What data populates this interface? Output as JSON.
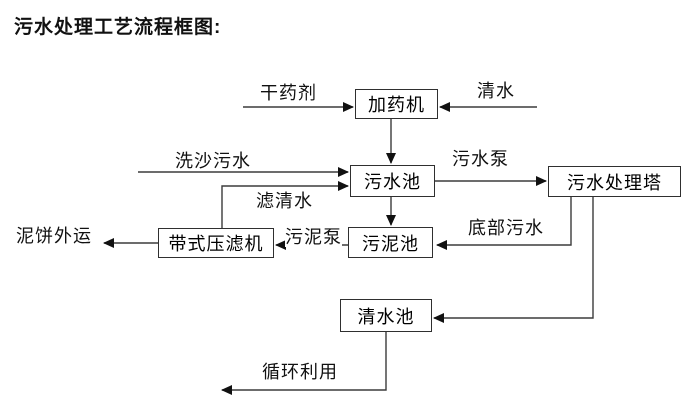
{
  "title": "污水处理工艺流程框图:",
  "colors": {
    "background": "#ffffff",
    "line": "#3b3b3b",
    "arrowhead": "#111111",
    "box_border": "#2f2f2f",
    "text": "#000000"
  },
  "nodes": {
    "dosing_machine": "加药机",
    "sewage_pool": "污水池",
    "treatment_tower": "污水处理塔",
    "sludge_pool": "污泥池",
    "belt_filter_press": "带式压滤机",
    "clean_water_pool": "清水池"
  },
  "labels": {
    "dry_agent": "干药剂",
    "clean_water": "清水",
    "sand_washing_sewage": "洗沙污水",
    "sewage_pump": "污水泵",
    "filtered_water": "滤清水",
    "sludge_pump": "污泥泵",
    "bottom_sewage": "底部污水",
    "mud_cake_out": "泥饼外运",
    "recycle": "循环利用"
  }
}
